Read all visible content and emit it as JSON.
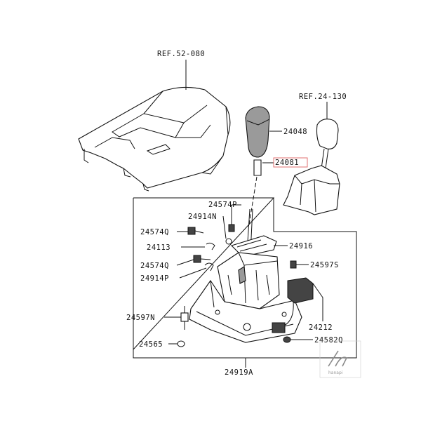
{
  "refs": {
    "console": "REF.52-080",
    "shifter": "REF.24-130"
  },
  "parts": {
    "knob": "24048",
    "knob_pin": "24081",
    "bolt_top": "24574P",
    "nut_top": "24914N",
    "bolt_q1": "24574Q",
    "clip": "24113",
    "bolt_q2": "24574Q",
    "nut_p": "24914P",
    "plate": "24916",
    "screw_s": "24597S",
    "bolt_n": "24597N",
    "sensor": "24212",
    "grommet": "24565",
    "bushing": "24582Q",
    "assembly": "24919A"
  },
  "watermark": "hanapi",
  "colors": {
    "line": "#111111",
    "highlight": "#e07070"
  }
}
